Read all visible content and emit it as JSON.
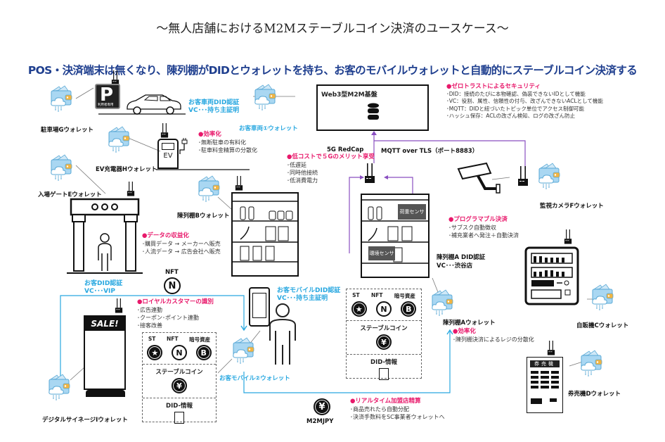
{
  "title": "～無人店舗におけるM2Mステーブルコイン決済のユースケース～",
  "subtitle": "POS・決済端末は無くなり、陳列棚がDIDとウォレットを持ち、お客のモバイルウォレットと自動的にステーブルコイン決済する",
  "platform": {
    "title": "Web3型M2M基盤",
    "icon": "database-icon"
  },
  "network": {
    "redcap": "5G RedCap",
    "mqtt": "MQTT over TLS（ポート8883）"
  },
  "wallets": {
    "parking": "駐車場Gウォレット",
    "car": "お客車両①ウォレット",
    "ev": "EV充電器Hウォレット",
    "gate": "入場ゲートEウォレット",
    "shelf_b": "陳列棚Bウォレット",
    "camera": "監視カメラFウォレット",
    "shelf_a": "陳列棚Aウォレット",
    "vending": "自販機Cウォレット",
    "ticket": "券売機Dウォレット",
    "mobile": "お客モバイル②ウォレット",
    "signage": "デジタルサイネージIウォレット"
  },
  "credentials": {
    "car": [
      "お客車両DID認証",
      "VC･･･持ち主証明"
    ],
    "customer": [
      "お客DID認証",
      "VC･･･VIP"
    ],
    "mobile": [
      "お客モバイルDID認証",
      "VC･･･持ち主証明"
    ],
    "shelf_a": [
      "陳列棚A DID認証",
      "VC･･･渋谷店"
    ]
  },
  "notes": {
    "efficiency_parking": {
      "head": "●効率化",
      "items": [
        "･無断駐車の有料化",
        "･駐車料金精算の分散化"
      ]
    },
    "low_cost_5g": {
      "head": "●低コストで５Gのメリット享受",
      "items": [
        "･低遅延",
        "･同時他接続",
        "･低消費電力"
      ]
    },
    "zero_trust": {
      "head": "●ゼロトラストによるセキュリティ",
      "items": [
        "･DID：接続のたびに本物確認、偽装できないIDとして機能",
        "･VC：役割、属性、信頼性の付与、改ざんできないACLとして機能",
        "･MQTT：DIDと紐づいたトピック単位でアクセス制御可能",
        "･ハッシュ保存：ACLの改ざん検知、ログの改ざん防止"
      ]
    },
    "data_monetize": {
      "head": "●データの収益化",
      "items": [
        "･購買データ → メーカーへ販売",
        "･人流データ → 広告会社へ販売"
      ]
    },
    "programmable": {
      "head": "●プログラマブル決済",
      "items": [
        "･サブスク自動徴収",
        "･補充業者へ発注＋自動決済"
      ]
    },
    "loyal": {
      "head": "●ロイヤルカスタマーの識別",
      "items": [
        "･広告連動",
        "･クーポン･ポイント連動",
        "･接客改善"
      ]
    },
    "efficiency_shelf": {
      "head": "●効率化",
      "items": [
        "･陳列棚決済によるレジの分散化"
      ]
    },
    "realtime": {
      "head": "●リアルタイム加盟店精算",
      "items": [
        "･商品売れたら自動分配",
        "･決済手数料をSC事業者ウォレットへ"
      ]
    }
  },
  "wallet_contents": {
    "assets": [
      {
        "label": "ST",
        "icon": "star-coin-icon"
      },
      {
        "label": "NFT",
        "icon": "nft-coin-icon"
      },
      {
        "label": "暗号資産",
        "icon": "bitcoin-coin-icon"
      }
    ],
    "stablecoin": "ステーブルコイン",
    "did_info": "DID-情報"
  },
  "shelf_sensors": {
    "weight": "荷重センサ",
    "env": "環境センサ"
  },
  "signage_text": "SALE!",
  "parking_sign": "P",
  "parking_sub": "利用者専用",
  "ev_label": "EV",
  "ticket_machine_label": "券売機",
  "nft_label": "NFT",
  "token_label": "M2MJPY",
  "colors": {
    "accent_pink": "#e8196b",
    "accent_blue": "#29a8e0",
    "navy": "#1f3f8f",
    "purple": "#8a4fc1",
    "wallet_fill": "#a9d7f2"
  }
}
